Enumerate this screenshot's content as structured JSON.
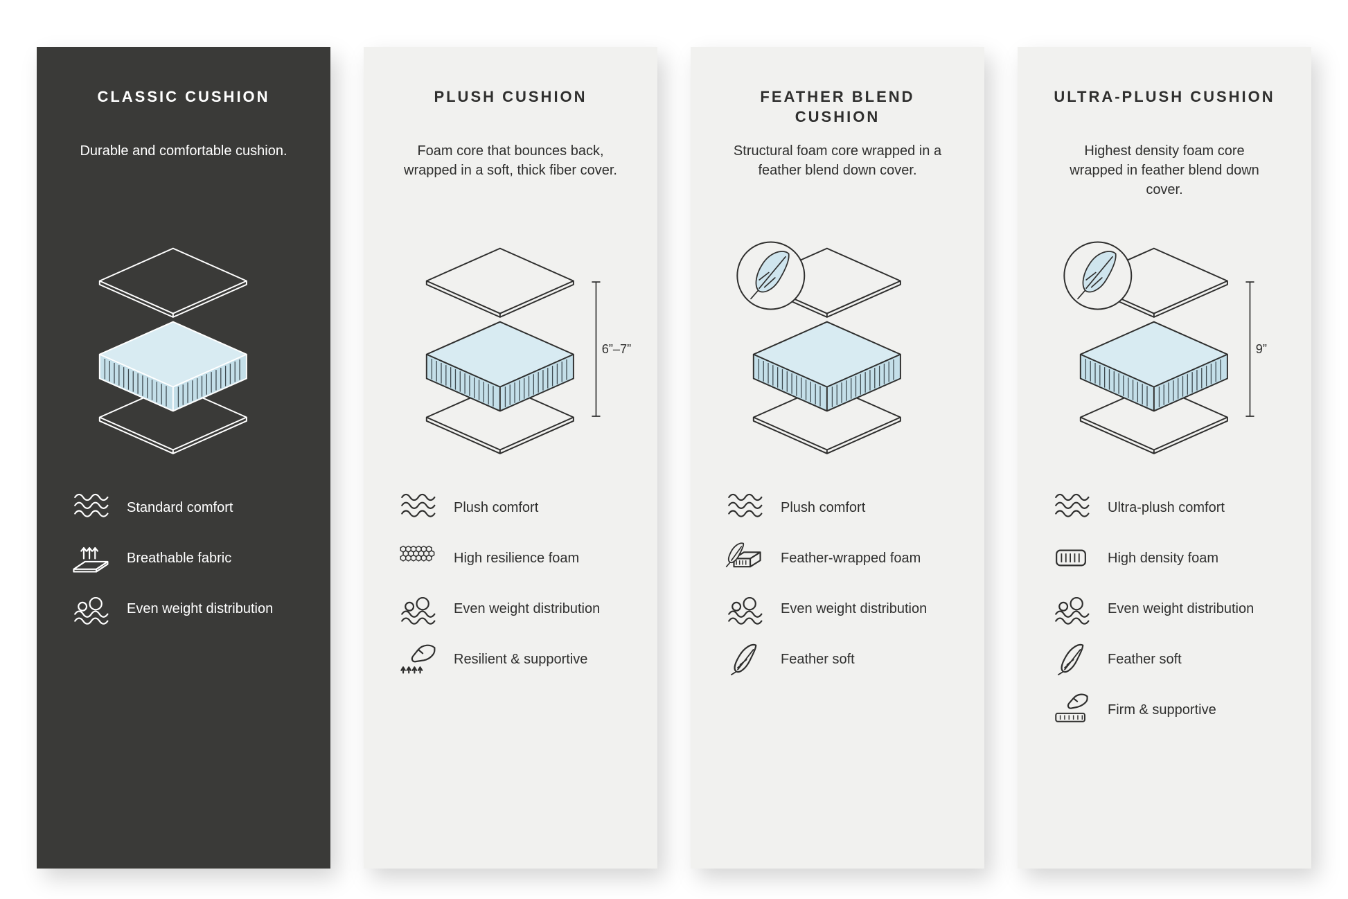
{
  "page": {
    "background": "#ffffff"
  },
  "colors": {
    "accent_foam": "#cfe5ee",
    "foam_top": "#d8ebf2",
    "foam_side": "#c4dfe9",
    "hatch": "#3e4a50",
    "dark_card_bg": "#3a3a38",
    "light_card_bg": "#f1f1ef",
    "dark_text": "#2f2f2e",
    "light_text": "#ffffff"
  },
  "cards": [
    {
      "id": "classic-cushion",
      "variant": "dark",
      "title": "CLASSIC CUSHION",
      "description": "Durable and comfortable cushion.",
      "diagram": {
        "feather": false,
        "measurement": ""
      },
      "features": [
        {
          "icon": "waves-icon",
          "label": "Standard comfort"
        },
        {
          "icon": "breathable-fabric-icon",
          "label": "Breathable fabric"
        },
        {
          "icon": "even-weight-icon",
          "label": "Even weight distribution"
        }
      ]
    },
    {
      "id": "plush-cushion",
      "variant": "light",
      "title": "PLUSH CUSHION",
      "description": "Foam core that bounces back, wrapped in a soft, thick fiber cover.",
      "diagram": {
        "feather": false,
        "measurement": "6”–7”"
      },
      "features": [
        {
          "icon": "waves-icon",
          "label": "Plush comfort"
        },
        {
          "icon": "honeycomb-foam-icon",
          "label": "High resilience foam"
        },
        {
          "icon": "even-weight-icon",
          "label": "Even weight distribution"
        },
        {
          "icon": "resilient-supportive-icon",
          "label": "Resilient & supportive"
        }
      ]
    },
    {
      "id": "feather-blend-cushion",
      "variant": "light",
      "title": "FEATHER BLEND CUSHION",
      "description": "Structural foam core wrapped in a feather blend down cover.",
      "diagram": {
        "feather": true,
        "measurement": ""
      },
      "features": [
        {
          "icon": "waves-icon",
          "label": "Plush comfort"
        },
        {
          "icon": "feather-wrapped-foam-icon",
          "label": "Feather-wrapped foam"
        },
        {
          "icon": "even-weight-icon",
          "label": "Even weight distribution"
        },
        {
          "icon": "feather-icon",
          "label": "Feather soft"
        }
      ]
    },
    {
      "id": "ultra-plush-cushion",
      "variant": "light",
      "title": "ULTRA-PLUSH CUSHION",
      "description": "Highest density foam core wrapped in feather blend down cover.",
      "diagram": {
        "feather": true,
        "measurement": "9”"
      },
      "features": [
        {
          "icon": "waves-icon",
          "label": "Ultra-plush comfort"
        },
        {
          "icon": "high-density-foam-icon",
          "label": "High density foam"
        },
        {
          "icon": "even-weight-icon",
          "label": "Even weight distribution"
        },
        {
          "icon": "feather-icon",
          "label": "Feather soft"
        },
        {
          "icon": "firm-supportive-icon",
          "label": "Firm & supportive"
        }
      ]
    }
  ]
}
